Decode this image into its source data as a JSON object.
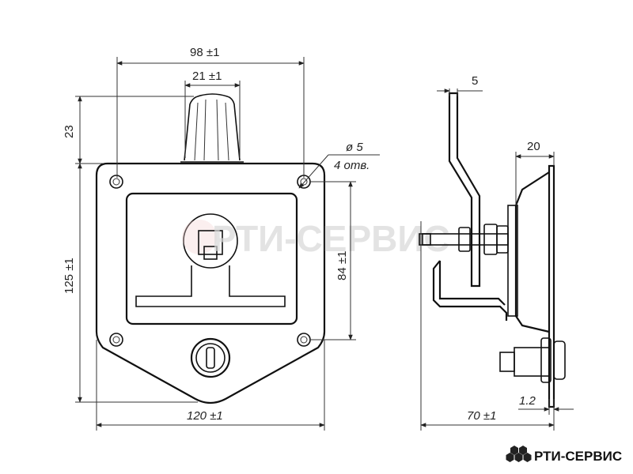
{
  "dimensions": {
    "front_width_top": "98 ±1",
    "knob_width": "21 ±1",
    "knob_height": "23",
    "holes": "ø 5",
    "holes_count": "4 отв.",
    "front_height": "125 ±1",
    "holes_vertical": "84 ±1",
    "front_width_bottom": "120 ±1",
    "bracket_thickness": "5",
    "body_depth": "20",
    "plate_thickness": "1.2",
    "side_depth": "70 ±1"
  },
  "watermark": "РТИ-СЕРВИС",
  "brand": {
    "name": "РТИ-СЕРВИС",
    "logo_color": "#222222"
  }
}
